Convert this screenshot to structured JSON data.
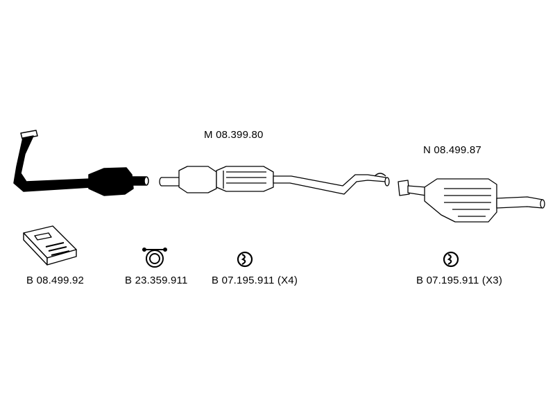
{
  "diagram": {
    "line_color": "#000000",
    "fill_dark": "#000000",
    "background": "#ffffff",
    "parts": [
      {
        "icon": "front-pipe-catalytic-converter-icon"
      },
      {
        "icon": "middle-silencer-icon",
        "label": "M 08.399.80"
      },
      {
        "icon": "rear-silencer-icon",
        "label": "N 08.499.87"
      },
      {
        "icon": "mounting-kit-box-icon",
        "label": "B 08.499.92"
      },
      {
        "icon": "pipe-clamp-icon",
        "label": "B 23.359.911"
      },
      {
        "icon": "rubber-hanger-ring-icon",
        "label": "B 07.195.911 (X4)"
      },
      {
        "icon": "rubber-hanger-ring-icon",
        "label": "B 07.195.911 (X3)"
      }
    ]
  }
}
